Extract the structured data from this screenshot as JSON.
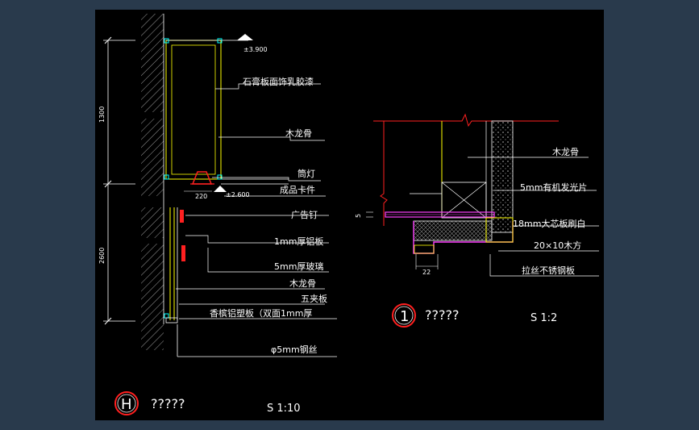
{
  "elevations": {
    "top": "±3.900",
    "mid": "±2.600"
  },
  "dimensions": {
    "height_upper": "1300",
    "height_lower": "2600",
    "width_220": "220",
    "left_small": "5",
    "bottom_22": "22"
  },
  "labels_h": [
    "石膏板面饰乳胶漆",
    "木龙骨",
    "筒灯",
    "成品卡件",
    "广告钉",
    "1mm厚铝板",
    "5mm厚玻璃",
    "木龙骨",
    "五夹板",
    "香槟铝塑板（双面1mm厚",
    "φ5mm钢丝"
  ],
  "labels_1": [
    "木龙骨",
    "5mm有机发光片",
    "18mm大芯板刷白",
    "20×10木方",
    "拉丝不锈钢板"
  ],
  "title_h": {
    "mark": "H",
    "name": "?????",
    "scale": "S 1:10"
  },
  "title_1": {
    "mark": "1",
    "name": "?????",
    "scale": "S 1:2"
  },
  "colors": {
    "background": "#000000",
    "frame": "#293a4c",
    "line_white": "#ffffff",
    "line_yellow": "#ffff00",
    "red": "#ff2020",
    "magenta": "#ff40ff",
    "cyan": "#00ffff"
  }
}
